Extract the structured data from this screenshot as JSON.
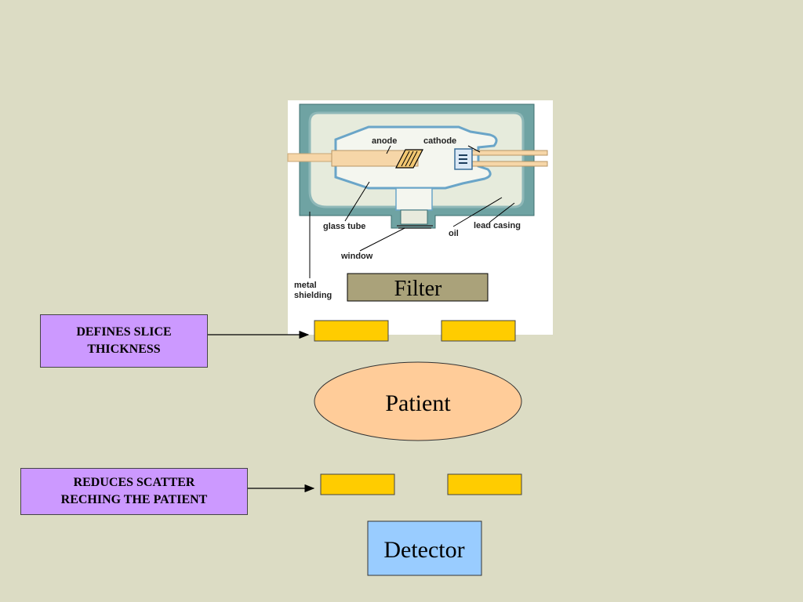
{
  "xray_tube": {
    "labels": {
      "anode": "anode",
      "cathode": "cathode",
      "glass_tube": "glass tube",
      "oil": "oil",
      "lead_casing": "lead casing",
      "window": "window",
      "metal_line1": "metal",
      "metal_line2": "shielding"
    }
  },
  "filter": {
    "label": "Filter"
  },
  "patient": {
    "label": "Patient"
  },
  "detector": {
    "label": "Detector"
  },
  "callouts": {
    "top": {
      "line1": "DEFINES SLICE",
      "line2": "THICKNESS"
    },
    "bottom": {
      "line1": "REDUCES SCATTER",
      "line2": "RECHING THE PATIENT"
    }
  },
  "colors": {
    "background": "#dcdcc4",
    "collimator": "#ffcc00",
    "patient": "#ffcc99",
    "detector": "#99ccff",
    "callout": "#cc99ff",
    "filter": "#aaa27a",
    "casing": "#6fa3a3"
  }
}
